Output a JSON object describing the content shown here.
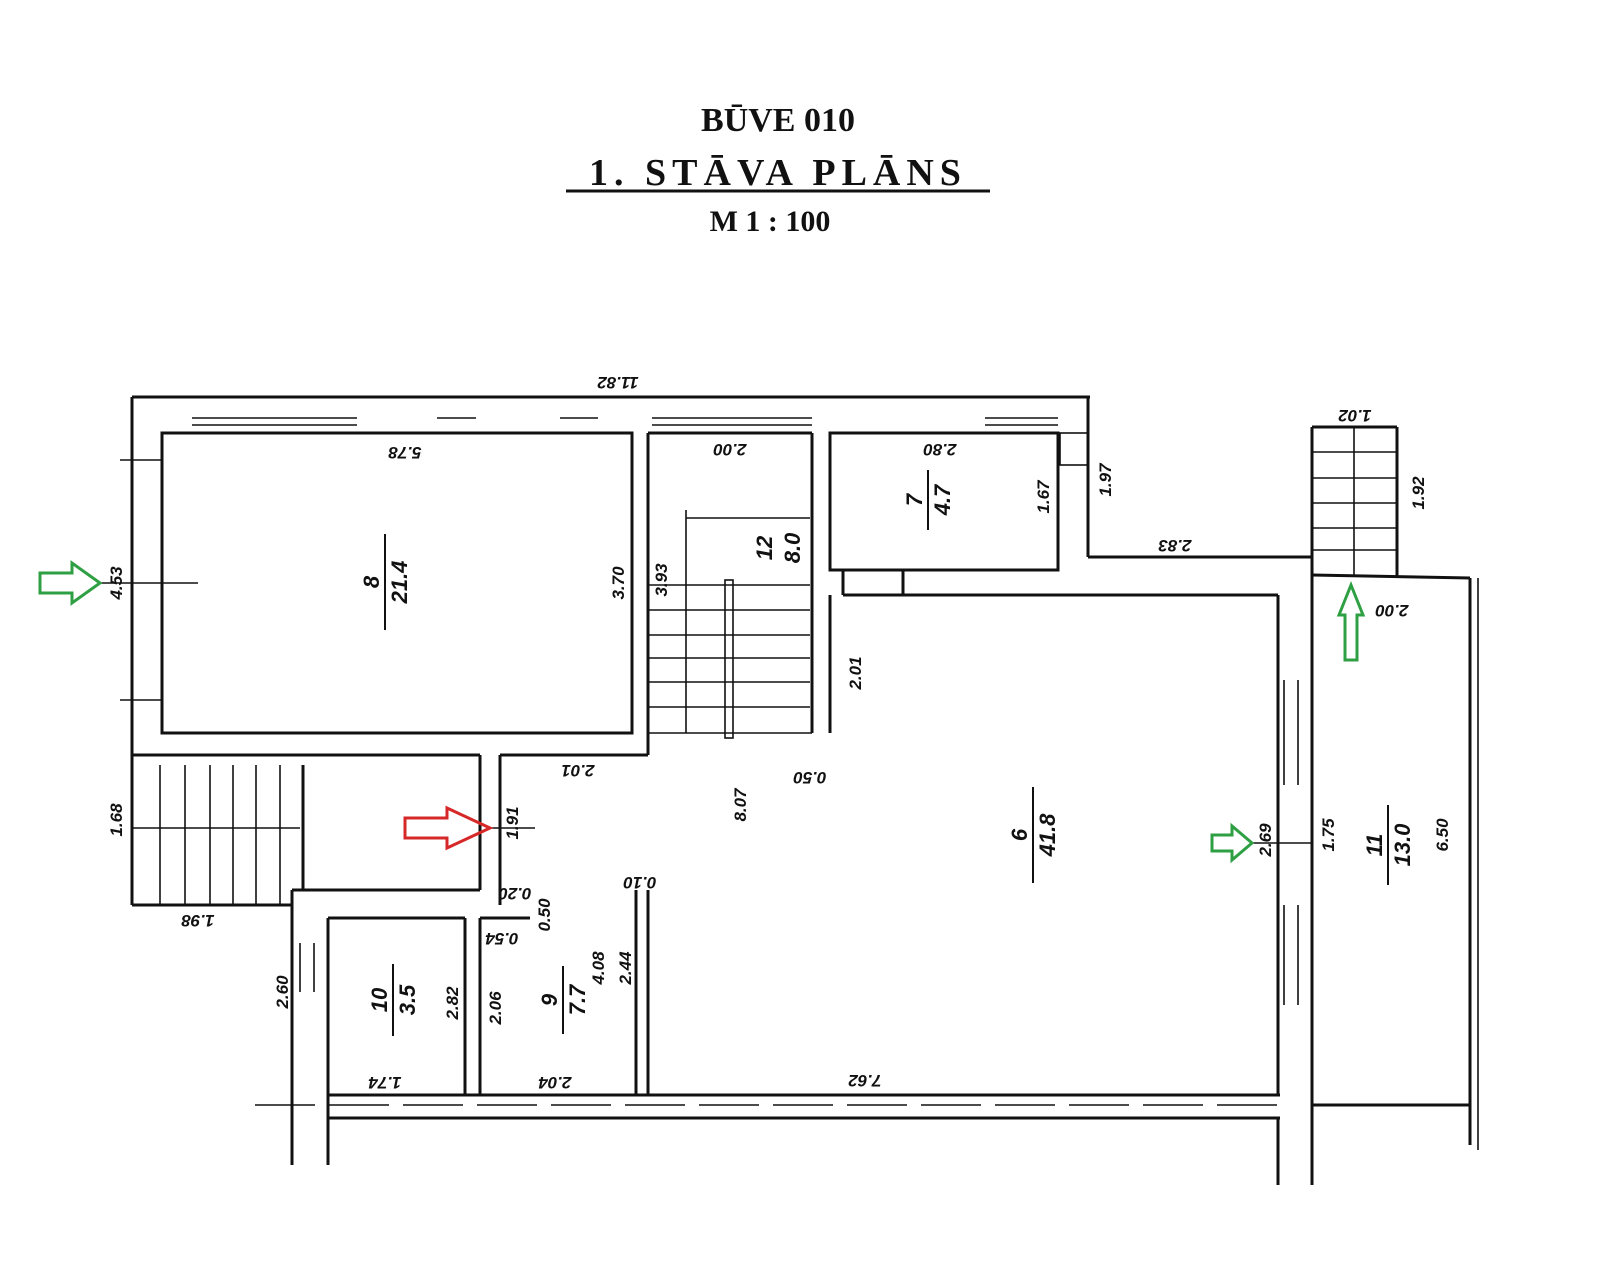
{
  "header": {
    "building": "BŪVE 010",
    "title": "1. STĀVA PLĀNS",
    "scale": "M 1 : 100"
  },
  "rooms": [
    {
      "number": "8",
      "area": "21.4"
    },
    {
      "number": "12",
      "area": "8.0"
    },
    {
      "number": "7",
      "area": "4.7"
    },
    {
      "number": "6",
      "area": "41.8"
    },
    {
      "number": "11",
      "area": "13.0"
    },
    {
      "number": "10",
      "area": "3.5"
    },
    {
      "number": "9",
      "area": "7.7"
    }
  ],
  "dimensions": [
    "11.82",
    "5.78",
    "2.00",
    "2.80",
    "1.02",
    "2.83",
    "2.00",
    "2.01",
    "0.50",
    "1.98",
    "0.10",
    "0.20",
    "0.54",
    "1.74",
    "2.04",
    "7.62",
    "4.53",
    "3.70",
    "3.93",
    "1.67",
    "1.97",
    "1.92",
    "2.01",
    "8.07",
    "1.91",
    "1.68",
    "2.69",
    "1.75",
    "6.50",
    "2.60",
    "2.82",
    "2.06",
    "4.08",
    "2.44",
    "0.50"
  ],
  "colors": {
    "green_arrow": "#2ea043",
    "red_arrow": "#d62828",
    "lines": "#111111"
  }
}
